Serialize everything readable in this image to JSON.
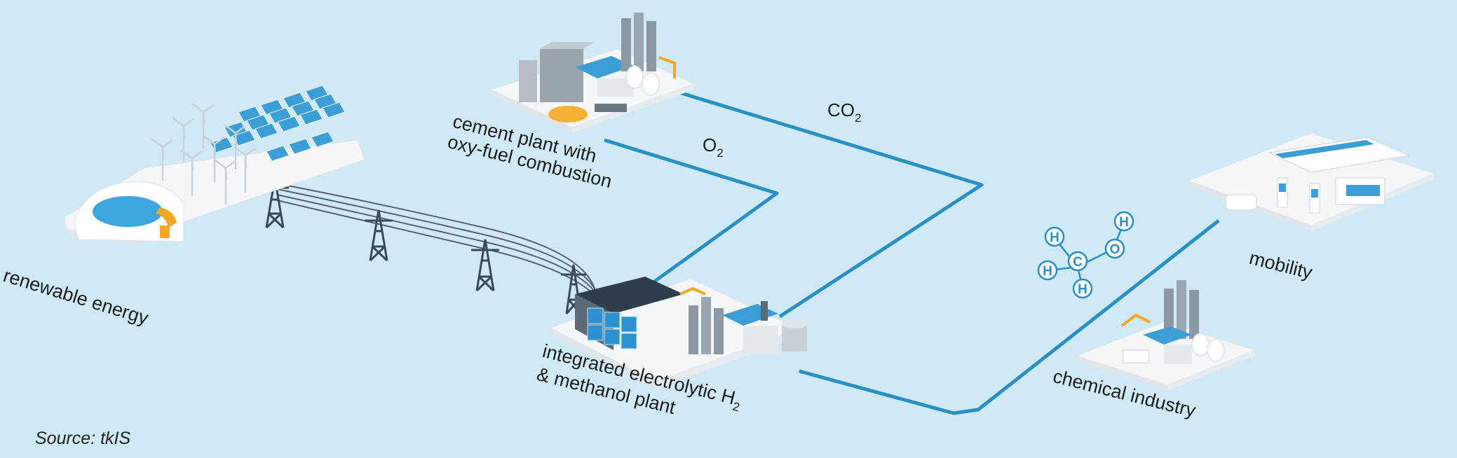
{
  "labels": {
    "renewable_energy": "renewable energy",
    "cement_line1": "cement plant with",
    "cement_line2": "oxy-fuel combustion",
    "electrolytic_line1_main": "integrated electrolytic H",
    "electrolytic_line1_sub": "2",
    "electrolytic_line2": "& methanol plant",
    "mobility": "mobility",
    "chemical_industry": "chemical industry",
    "source": "Source: tkIS"
  },
  "gases": {
    "co2_main": "CO",
    "co2_sub": "2",
    "o2_main": "O",
    "o2_sub": "2"
  },
  "molecule": {
    "atoms": [
      "H",
      "H",
      "C",
      "O",
      "H",
      "H"
    ]
  },
  "colors": {
    "background": "#cfe9f5",
    "pipeline": "#2a8fc4",
    "accent_blue": "#3b9fd6",
    "accent_orange": "#f5a623",
    "platform": "#f4f6f8"
  }
}
